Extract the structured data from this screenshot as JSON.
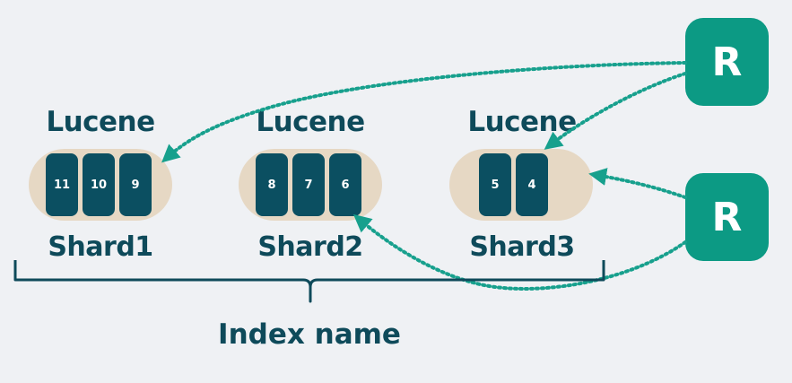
{
  "shards": [
    {
      "lucene_label": "Lucene",
      "shard_label": "Shard1",
      "segments": [
        "11",
        "10",
        "9"
      ]
    },
    {
      "lucene_label": "Lucene",
      "shard_label": "Shard2",
      "segments": [
        "8",
        "7",
        "6"
      ]
    },
    {
      "lucene_label": "Lucene",
      "shard_label": "Shard3",
      "segments": [
        "5",
        "4"
      ]
    }
  ],
  "replicas": [
    {
      "label": "R"
    },
    {
      "label": "R"
    }
  ],
  "index_label": "Index name",
  "colors": {
    "background": "#eff1f4",
    "text": "#0e4a5a",
    "segment": "#0b4f61",
    "capsule": "#e6d8c4",
    "replica": "#0c9a84",
    "arrow": "#17a08d"
  }
}
